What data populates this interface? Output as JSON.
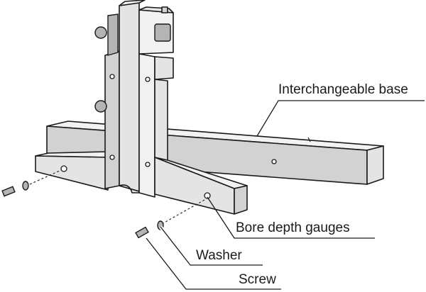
{
  "diagram": {
    "labels": {
      "interchangeable_base": "Interchangeable base",
      "bore_depth_gauges": "Bore depth gauges",
      "washer": "Washer",
      "screw": "Screw"
    }
  }
}
